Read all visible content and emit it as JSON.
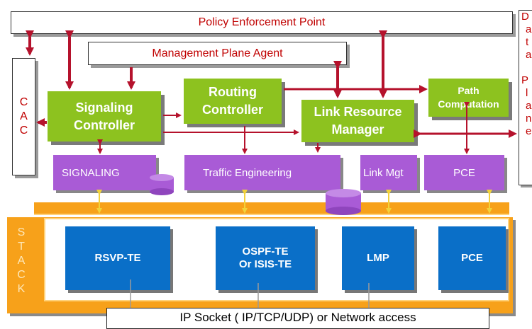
{
  "pep": {
    "label": "Policy Enforcement Point"
  },
  "mpa": {
    "label": "Management Plane Agent"
  },
  "cac": {
    "letters": [
      "C",
      "A",
      "C"
    ]
  },
  "controllers": {
    "signaling": [
      "Signaling",
      "Controller"
    ],
    "routing": [
      "Routing",
      "Controller"
    ],
    "lrm": [
      "Link Resource",
      "Manager"
    ],
    "path": [
      "Path",
      "Computation"
    ]
  },
  "modules": {
    "signaling": "SIGNALING",
    "te": "Traffic Engineering",
    "linkmgt": "Link Mgt",
    "pce": "PCE"
  },
  "stack": {
    "letters": [
      "S",
      "T",
      "A",
      "C",
      "K"
    ]
  },
  "protocols": {
    "rsvp": "RSVP-TE",
    "ospf": [
      "OSPF-TE",
      "Or ISIS-TE"
    ],
    "lmp": "LMP",
    "pce": "PCE"
  },
  "socket": {
    "label": "IP Socket ( IP/TCP/UDP) or Network access"
  },
  "side_panel": {
    "col1": [
      "D",
      "a",
      "t",
      "a",
      "",
      "P",
      "l",
      "a",
      "n",
      "e"
    ]
  },
  "colors": {
    "arrow_red": "#b5122c",
    "stack_orange": "#f7a11a",
    "controller_green": "#8dc21f",
    "module_purple": "#a95bd6",
    "protocol_blue": "#0a6fc8",
    "link_yellow": "#f2d23a"
  }
}
